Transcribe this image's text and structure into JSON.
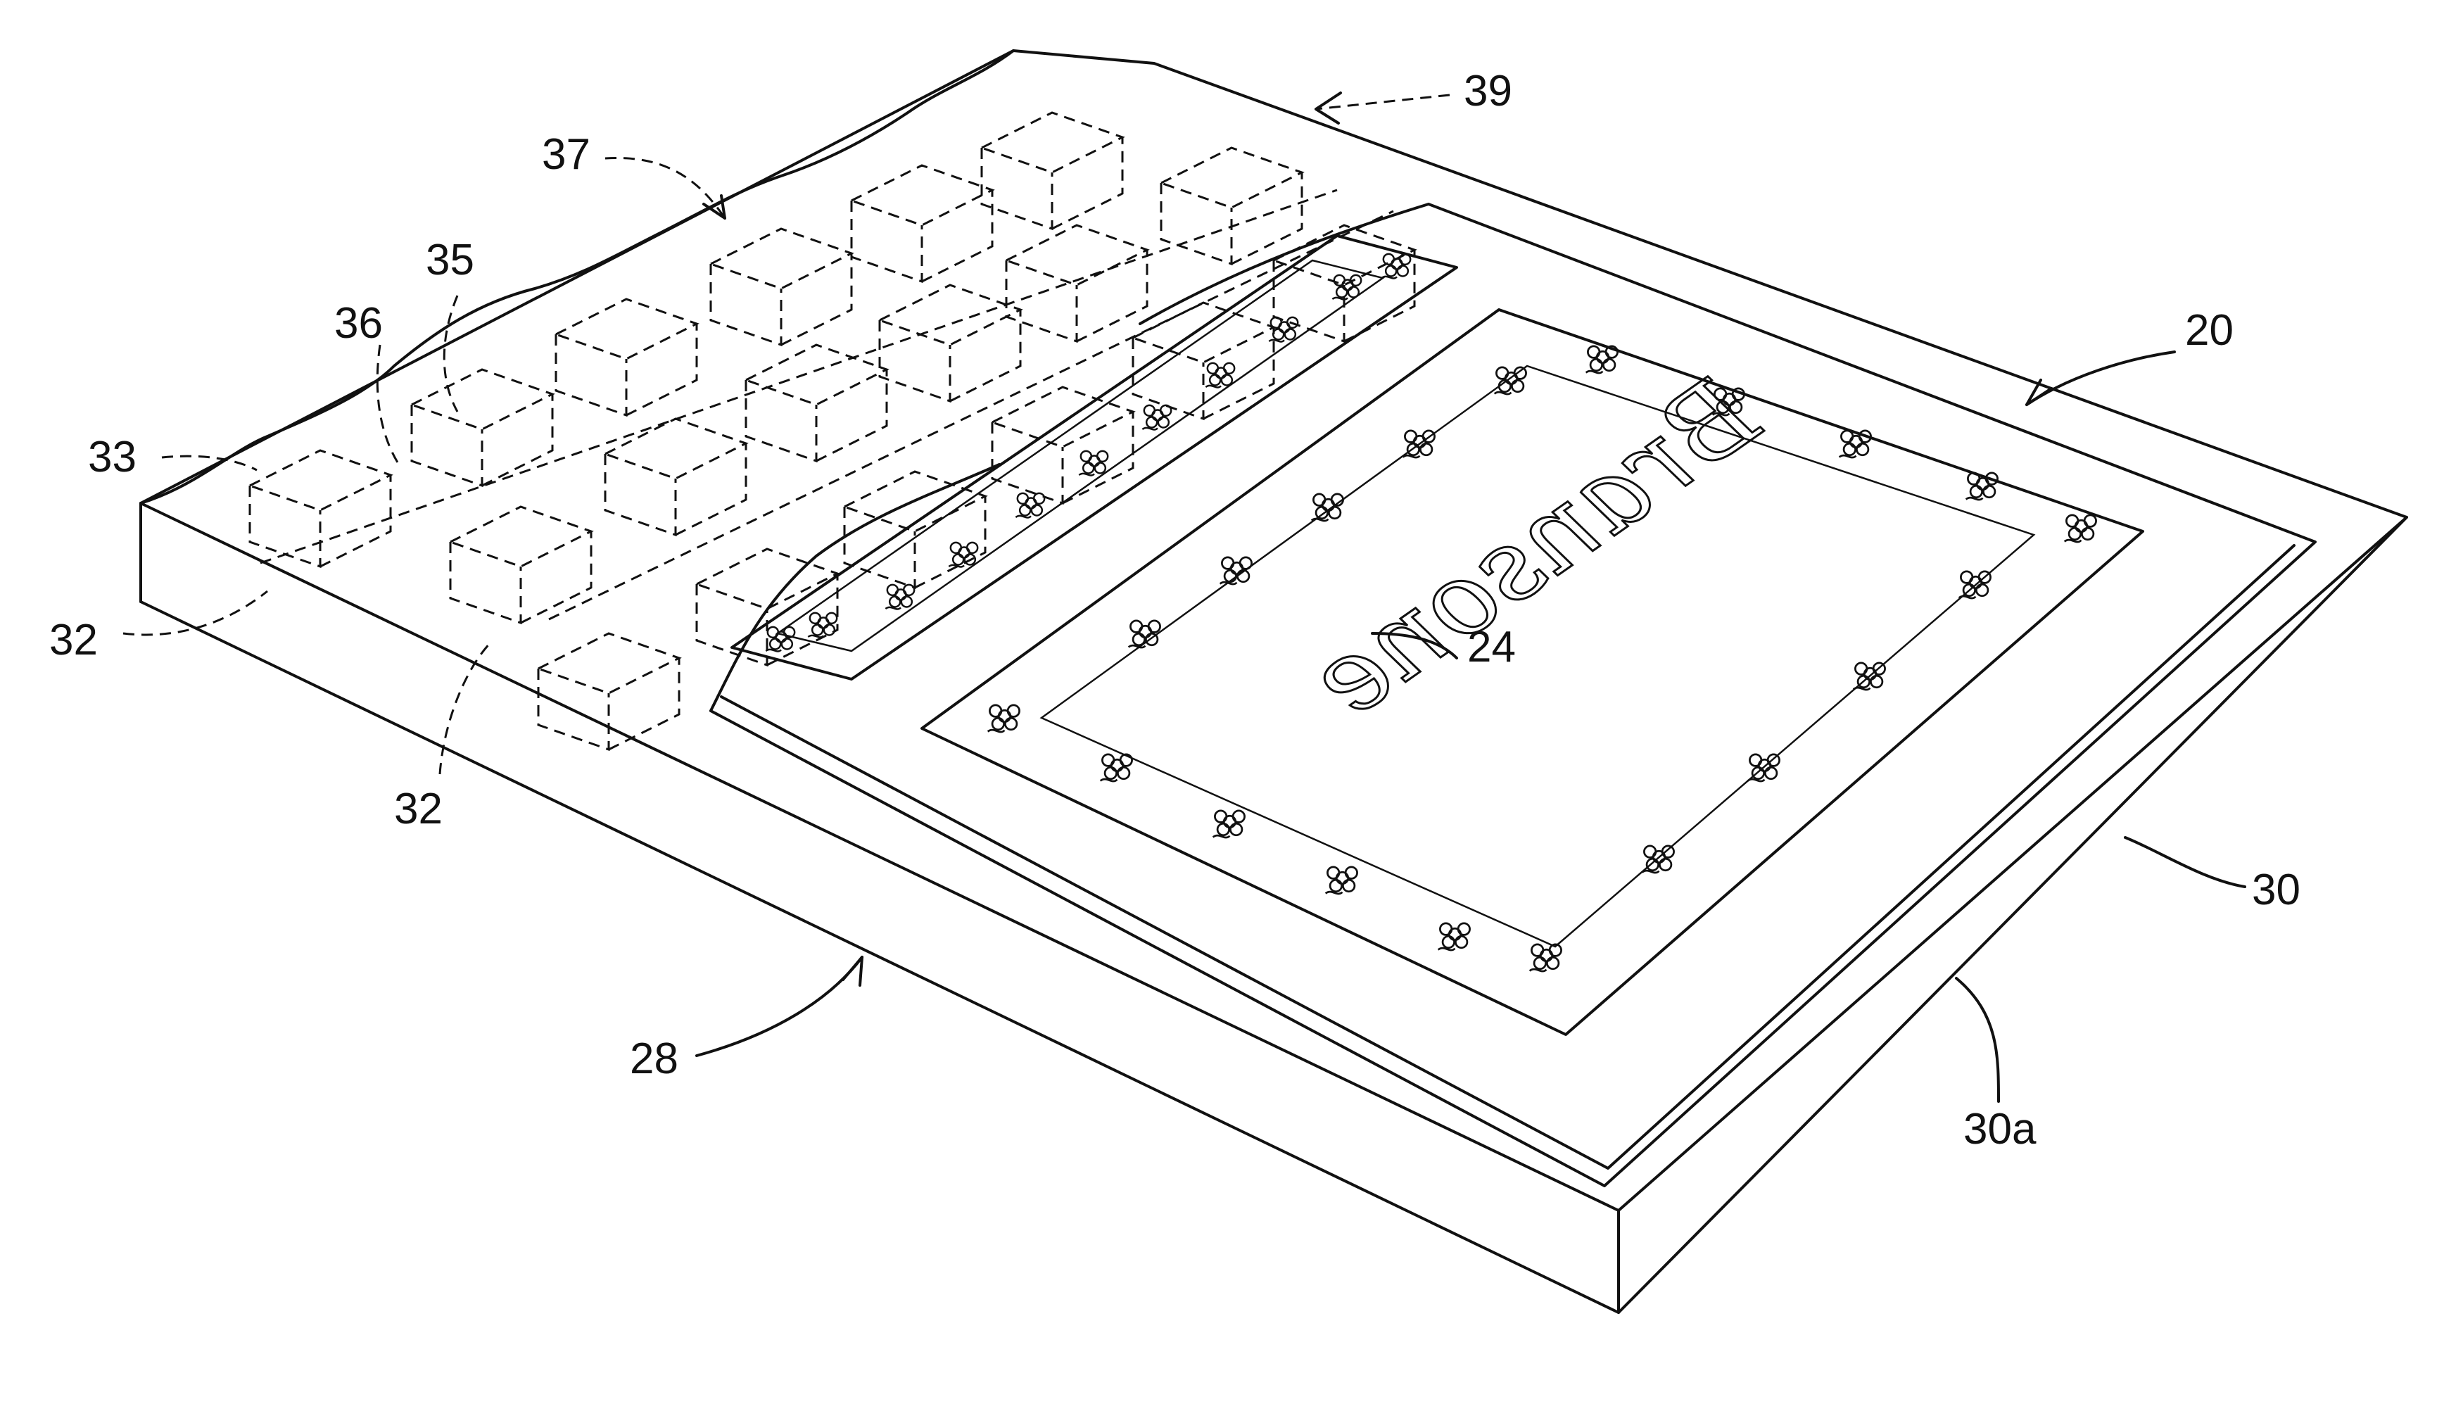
{
  "reference_numerals": {
    "top": "39",
    "grid": "37",
    "row_35": "35",
    "row_36": "36",
    "row_33": "33",
    "unit_left": "32",
    "unit_mid": "32",
    "script_text": "24",
    "sheet": "20",
    "base": "30",
    "base_edge": "30a",
    "base_front": "28"
  },
  "script_word": "Bransone"
}
